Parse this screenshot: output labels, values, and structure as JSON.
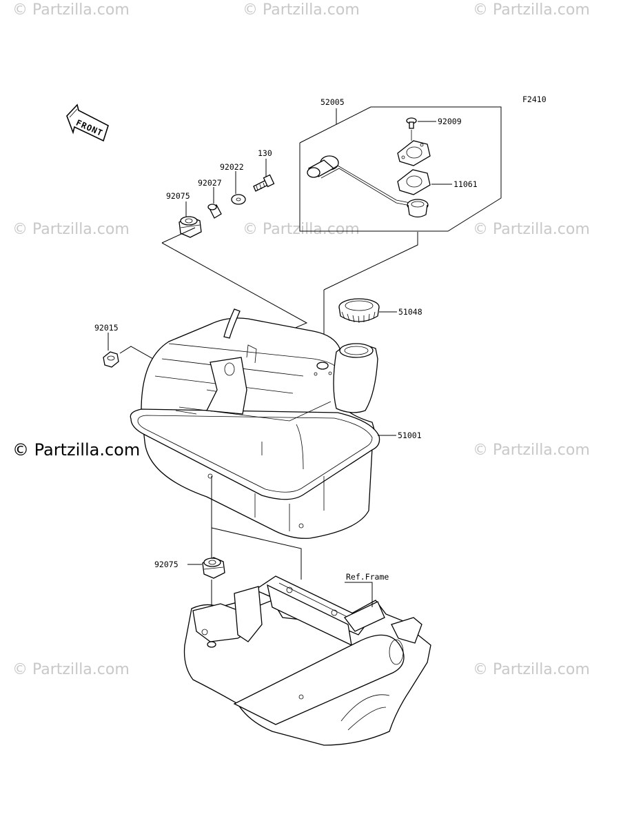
{
  "figure_code": "F2410",
  "front_label": "FRONT",
  "ref_label": "Ref.Frame",
  "parts": {
    "p52005": "52005",
    "p92009": "92009",
    "p11061": "11061",
    "p130": "130",
    "p92022": "92022",
    "p92027": "92027",
    "p92075_top": "92075",
    "p51048": "51048",
    "p92015": "92015",
    "p51001": "51001",
    "p92075_bottom": "92075"
  },
  "watermark": "© Partzilla.com",
  "watermark_main": "© Partzilla.com"
}
